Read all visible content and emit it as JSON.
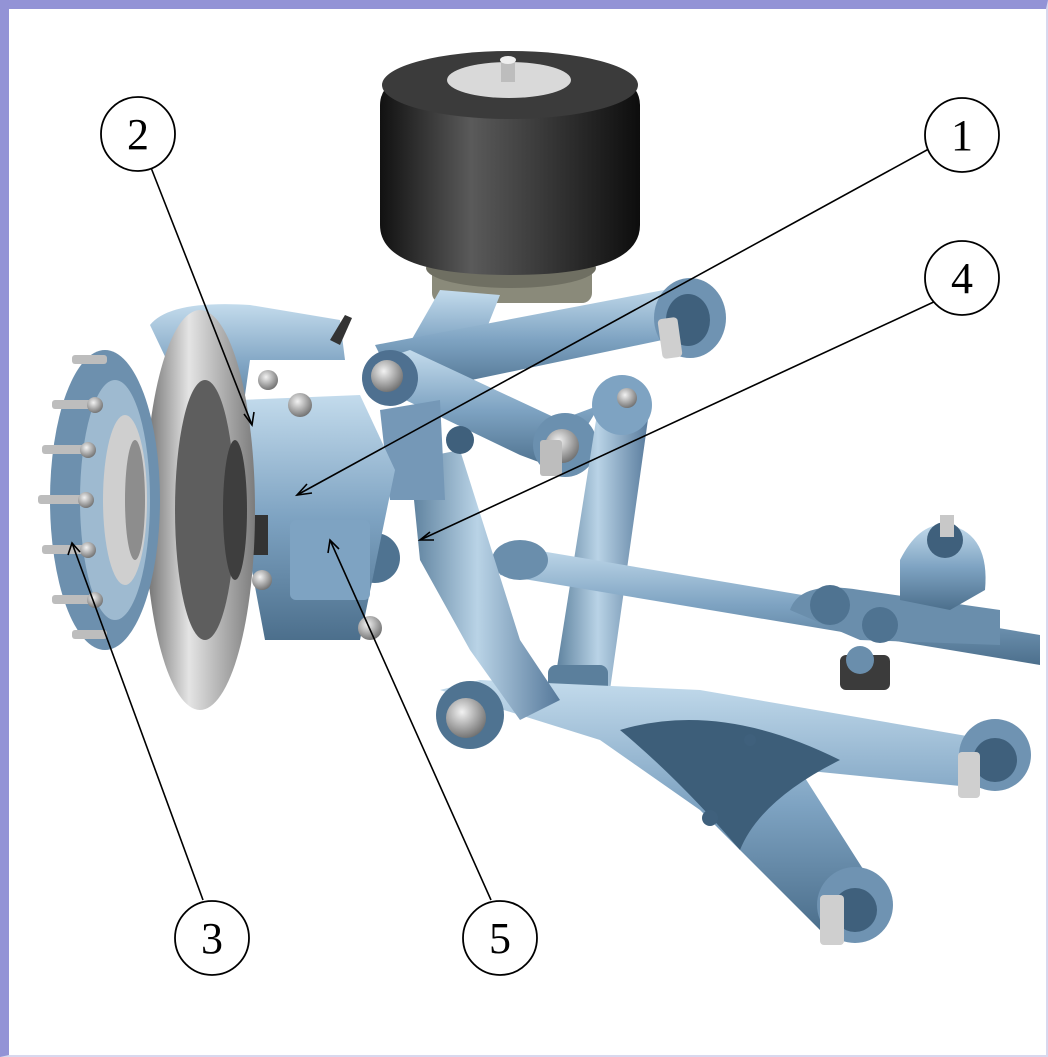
{
  "callouts": [
    {
      "id": "1",
      "label": "1"
    },
    {
      "id": "2",
      "label": "2"
    },
    {
      "id": "3",
      "label": "3"
    },
    {
      "id": "4",
      "label": "4"
    },
    {
      "id": "5",
      "label": "5"
    }
  ],
  "colors": {
    "frame": "#9393d6",
    "part": "#7ea3c2",
    "part_dark": "#4f7391",
    "part_light": "#b6d0e3",
    "disc": "#b9b9b9",
    "spring": "#222222",
    "line": "#000000"
  }
}
